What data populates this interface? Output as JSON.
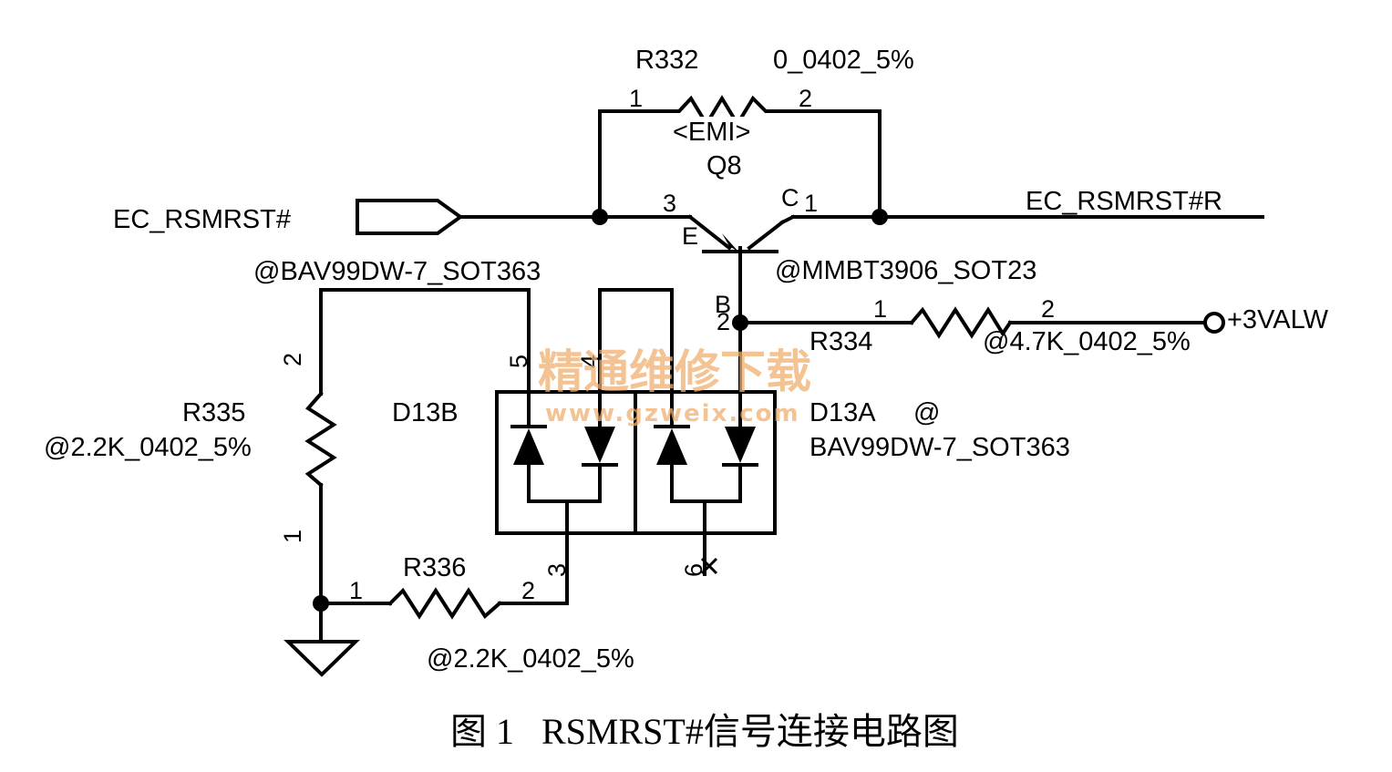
{
  "nets": {
    "ec_rsmrst": "EC_RSMRST#",
    "ec_rsmrst_r": "EC_RSMRST#R",
    "vcc": "+3VALW"
  },
  "r332": {
    "ref": "R332",
    "value": "0_0402_5%",
    "pin1": "1",
    "pin2": "2",
    "note": "<EMI>"
  },
  "q8": {
    "ref": "Q8",
    "value": "@MMBT3906_SOT23",
    "pin_e": "3",
    "pin_c": "1",
    "pin_b": "2",
    "label_e": "E",
    "label_c": "C",
    "label_b": "B"
  },
  "r334": {
    "ref": "R334",
    "value": "@4.7K_0402_5%",
    "pin1": "1",
    "pin2": "2"
  },
  "r335": {
    "ref": "R335",
    "value": "@2.2K_0402_5%",
    "pin1": "1",
    "pin2": "2"
  },
  "r336": {
    "ref": "R336",
    "value": "@2.2K_0402_5%",
    "pin1": "1",
    "pin2": "2"
  },
  "d13b": {
    "ref": "D13B",
    "value": "@BAV99DW-7_SOT363",
    "pin3": "3",
    "pin4": "4",
    "pin5": "5"
  },
  "d13a": {
    "ref": "D13A",
    "at": "@",
    "value": "BAV99DW-7_SOT363",
    "pin6": "6"
  },
  "watermark": {
    "cn": "精通维修下载",
    "url": "www.gzweix.com"
  },
  "caption": "图 1   RSMRST#信号连接电路图"
}
